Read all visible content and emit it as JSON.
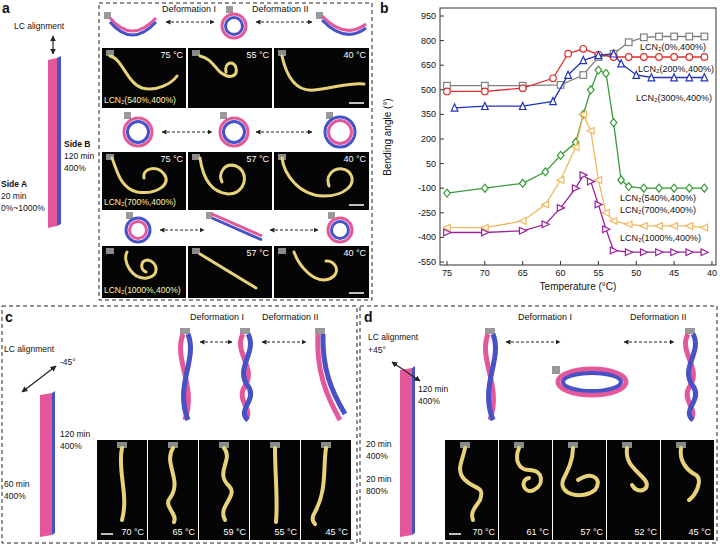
{
  "diagram": {
    "nodes": [
      {
        "text": [
          "75 °C",
          "LCN₂(540%,400%)"
        ]
      },
      {
        "text": [
          "55 °C"
        ]
      },
      {
        "text": [
          "40 °C"
        ]
      },
      {
        "text": [
          "75 °C",
          "LCN₂(700%,400%)"
        ]
      },
      {
        "text": [
          "57 °C"
        ]
      },
      {
        "text": [
          "40 °C"
        ]
      },
      {
        "text": [
          "LCN₂(1000%,400%)"
        ]
      },
      {
        "text": [
          "57 °C"
        ]
      },
      {
        "text": [
          "40 °C"
        ]
      },
      {
        "text": [
          "70 °C"
        ]
      },
      {
        "text": [
          "65 °C"
        ]
      },
      {
        "text": [
          "59 °C"
        ]
      },
      {
        "text": [
          "55 °C"
        ]
      },
      {
        "text": [
          "45 °C"
        ]
      },
      {
        "text": [
          "70 °C"
        ]
      },
      {
        "text": [
          "61 °C"
        ]
      },
      {
        "text": [
          "57 °C"
        ]
      },
      {
        "text": [
          "52 °C"
        ]
      },
      {
        "text": [
          "45 °C"
        ]
      }
    ],
    "labels": [
      "a",
      "LC alignment",
      "Side B",
      "120 min",
      "400%",
      "Side A",
      "20 min",
      "0%~1000%",
      "Deformation I",
      "Deformation II",
      "b",
      "Bending angle (°)",
      "950",
      "800",
      "650",
      "500",
      "350",
      "200",
      "50",
      "-100",
      "-250",
      "-400",
      "-550",
      "75",
      "70",
      "65",
      "60",
      "55",
      "50",
      "45",
      "40",
      "Temperature (°C)",
      "LCN₂(0%,400%)",
      "LCN₂(200%,400%)",
      "LCN₂(300%,400%)",
      "LCN₂(540%,400%)",
      "LCN₂(700%,400%)",
      "LCN₂(1000%,400%)",
      "c",
      "LC alignment",
      "-45°",
      "120 min",
      "400%",
      "60 min",
      "400%",
      "Deformation I",
      "Deformation II",
      "d",
      "LC alignment",
      "+45°",
      "120 min",
      "400%",
      "20 min",
      "400%",
      "20 min",
      "800%",
      "Deformation I",
      "Deformation II"
    ]
  }
}
